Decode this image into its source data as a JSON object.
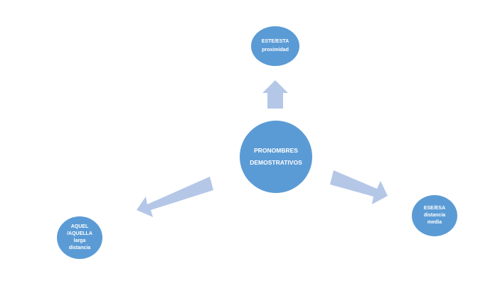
{
  "colors": {
    "node_fill": "#5b9bd5",
    "arrow_fill": "#b4c7e7",
    "text": "#ffffff"
  },
  "center": {
    "line1": "PRONOMBRES",
    "line2": "DEMOSTRATIVOS"
  },
  "top": {
    "title": "ESTE/ESTA",
    "subtitle": "proximidad"
  },
  "left": {
    "title_line1": "AQUEL",
    "title_line2": "/AQUELLA",
    "subtitle_line1": "larga",
    "subtitle_line2": "distancia"
  },
  "right": {
    "title": "ESE/ESA",
    "subtitle_line1": "distancia",
    "subtitle_line2": "media"
  },
  "arrows": [
    {
      "name": "arrow-up",
      "direction": "up"
    },
    {
      "name": "arrow-left",
      "direction": "down-left"
    },
    {
      "name": "arrow-right",
      "direction": "down-right"
    }
  ]
}
